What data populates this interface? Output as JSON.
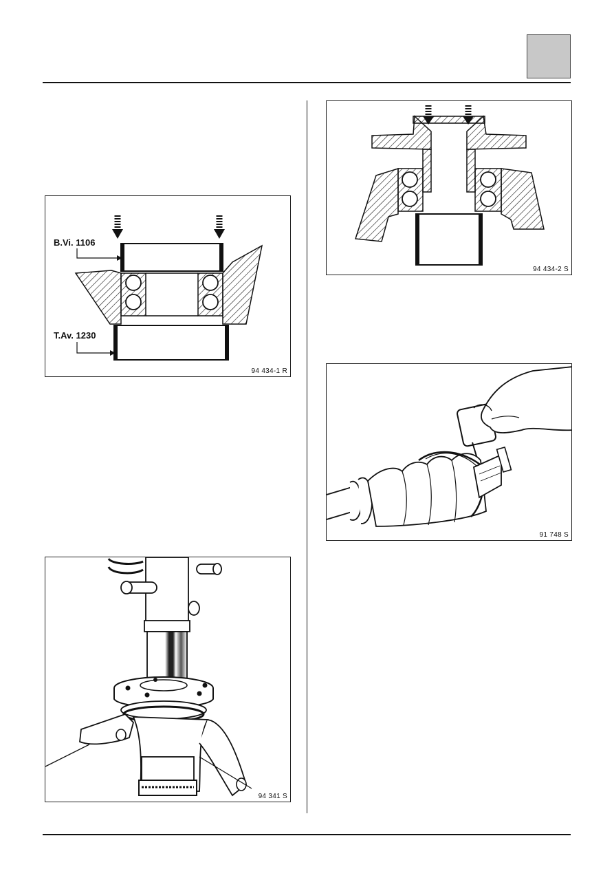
{
  "figures": {
    "fig1": {
      "code": "94 434-1 R",
      "label_top": "B.Vi. 1106",
      "label_bottom": "T.Av. 1230"
    },
    "fig2": {
      "code": "94 434-2 S"
    },
    "fig3": {
      "code": "91 748 S"
    },
    "fig4": {
      "code": "94 341 S"
    }
  },
  "colors": {
    "ink": "#111111",
    "tab": "#c8c8c8",
    "paper": "#ffffff"
  }
}
